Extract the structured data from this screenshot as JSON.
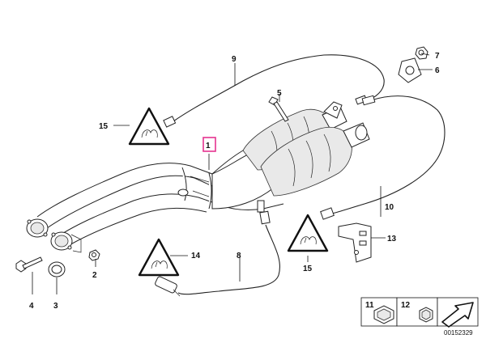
{
  "callouts": [
    {
      "id": "c1",
      "label": "1"
    },
    {
      "id": "c2",
      "label": "2"
    },
    {
      "id": "c3",
      "label": "3"
    },
    {
      "id": "c4",
      "label": "4"
    },
    {
      "id": "c5",
      "label": "5"
    },
    {
      "id": "c6",
      "label": "6"
    },
    {
      "id": "c7",
      "label": "7"
    },
    {
      "id": "c8",
      "label": "8"
    },
    {
      "id": "c9",
      "label": "9"
    },
    {
      "id": "c10",
      "label": "10"
    },
    {
      "id": "c13",
      "label": "13"
    },
    {
      "id": "c14",
      "label": "14"
    },
    {
      "id": "c15a",
      "label": "15"
    },
    {
      "id": "c15b",
      "label": "15"
    }
  ],
  "legend": {
    "item11": "11",
    "item12": "12"
  },
  "doc_number": "00152329",
  "highlight_color": "#e5338f",
  "icons": [
    "warning-triangle-icon",
    "arrow-icon"
  ]
}
